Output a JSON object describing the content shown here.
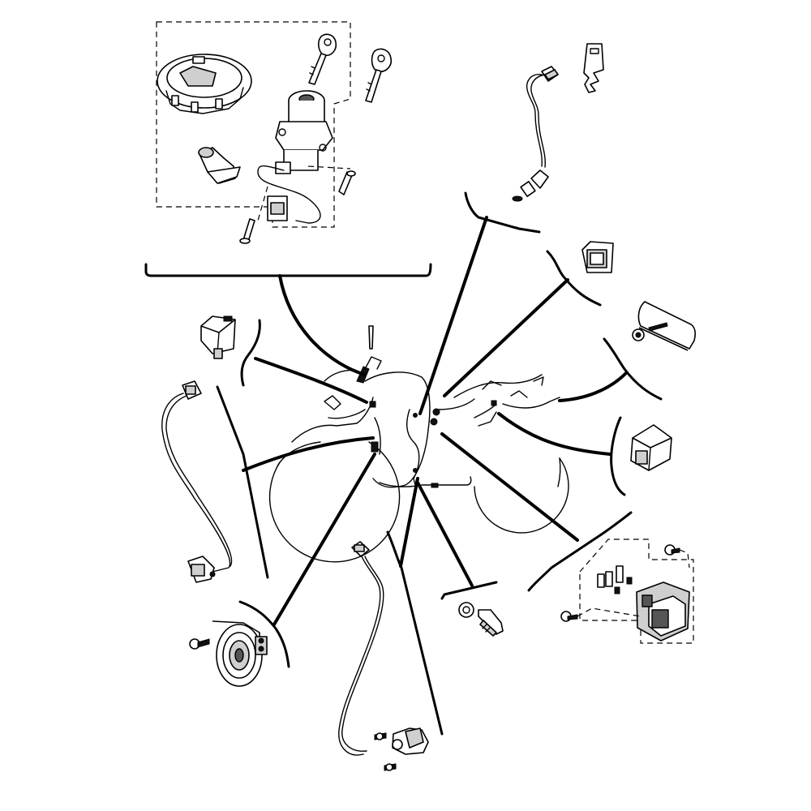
{
  "diagram": {
    "background": "#ffffff",
    "line_color": "#000000",
    "parts": [
      {
        "name": "main-switch-steering-lock-group",
        "icon": "ignition-switch-icon"
      },
      {
        "name": "fuel-tank-cap",
        "icon": "fuel-cap-icon"
      },
      {
        "name": "key",
        "icon": "key-icon"
      },
      {
        "name": "seat-lock-cylinder",
        "icon": "lock-cylinder-icon"
      },
      {
        "name": "sidestand-switch",
        "icon": "switch-sensor-icon"
      },
      {
        "name": "key-blank",
        "icon": "key-blank-icon"
      },
      {
        "name": "relay",
        "icon": "relay-icon"
      },
      {
        "name": "reflector",
        "icon": "reflector-icon"
      },
      {
        "name": "flasher-unit",
        "icon": "flasher-icon"
      },
      {
        "name": "starter-relay-fuse-group",
        "icon": "fuse-box-icon"
      },
      {
        "name": "oil-pressure-switch",
        "icon": "pressure-switch-icon"
      },
      {
        "name": "rear-brake-light-switch",
        "icon": "brake-switch-icon"
      },
      {
        "name": "horn",
        "icon": "horn-icon"
      },
      {
        "name": "neutral-switch",
        "icon": "sensor-icon"
      },
      {
        "name": "ignition-relay",
        "icon": "relay-icon"
      }
    ]
  }
}
